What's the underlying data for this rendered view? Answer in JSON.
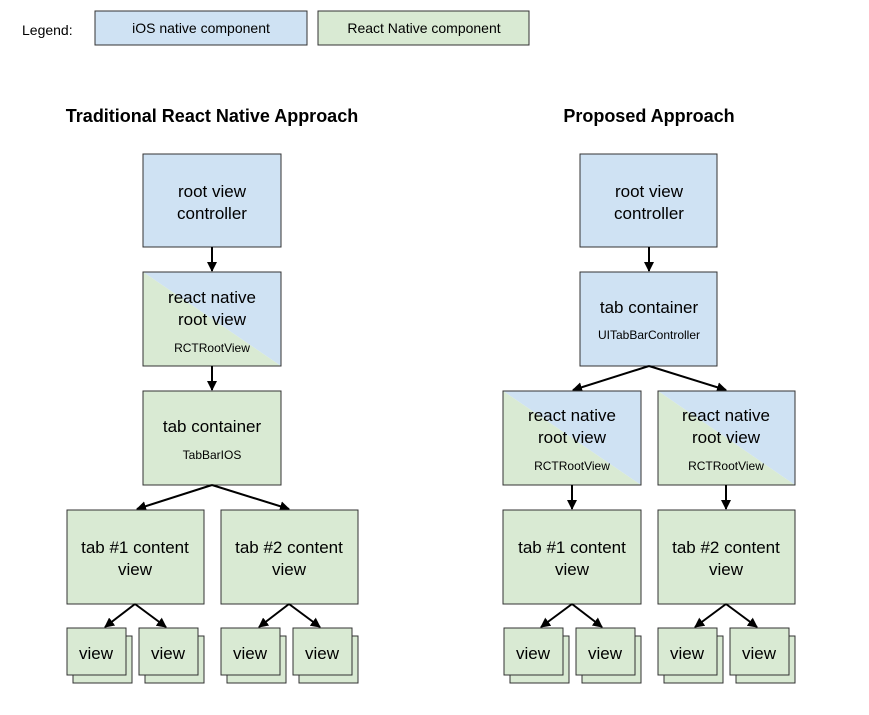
{
  "legend": {
    "label": "Legend:",
    "ios": "iOS native component",
    "rn": "React Native component"
  },
  "colors": {
    "ios": "#cfe2f3",
    "rn": "#d9ead3",
    "border": "#333333",
    "arrow": "#000000"
  },
  "traditional": {
    "title": "Traditional React Native Approach",
    "root_vc": {
      "line1": "root view",
      "line2": "controller"
    },
    "rn_root": {
      "line1": "react native",
      "line2": "root view",
      "sub": "RCTRootView"
    },
    "tab_container": {
      "line1": "tab container",
      "sub": "TabBarIOS"
    },
    "tab1": {
      "line1": "tab #1 content",
      "line2": "view"
    },
    "tab2": {
      "line1": "tab #2 content",
      "line2": "view"
    },
    "view_label": "view"
  },
  "proposed": {
    "title": "Proposed Approach",
    "root_vc": {
      "line1": "root view",
      "line2": "controller"
    },
    "tab_container": {
      "line1": "tab container",
      "sub": "UITabBarController"
    },
    "rn_root_1": {
      "line1": "react native",
      "line2": "root view",
      "sub": "RCTRootView"
    },
    "rn_root_2": {
      "line1": "react native",
      "line2": "root view",
      "sub": "RCTRootView"
    },
    "tab1": {
      "line1": "tab #1 content",
      "line2": "view"
    },
    "tab2": {
      "line1": "tab #2 content",
      "line2": "view"
    },
    "view_label": "view"
  }
}
